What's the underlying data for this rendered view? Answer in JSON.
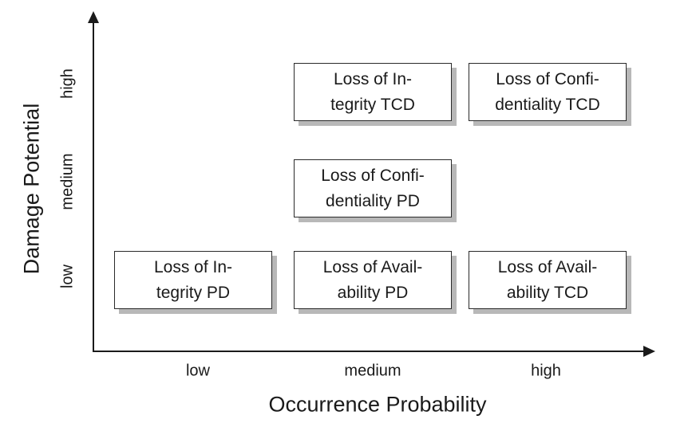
{
  "colors": {
    "ink": "#1a1a1a",
    "box_border": "#2a2a2a",
    "box_bg": "#ffffff",
    "shadow": "#b8b8b8",
    "background": "#ffffff"
  },
  "axes": {
    "x": {
      "title": "Occurrence Probability",
      "ticks": [
        "low",
        "medium",
        "high"
      ]
    },
    "y": {
      "title": "Damage Potential",
      "ticks": [
        "low",
        "medium",
        "high"
      ]
    }
  },
  "nodes": [
    {
      "id": "loss-of-integrity-tcd",
      "x": "medium",
      "y": "high",
      "line1": "Loss of In-",
      "line2": "tegrity TCD",
      "full": "Loss of Integrity TCD"
    },
    {
      "id": "loss-of-confidentiality-tcd",
      "x": "high",
      "y": "high",
      "line1": "Loss of Confi-",
      "line2": "dentiality TCD",
      "full": "Loss of Confidentiality TCD"
    },
    {
      "id": "loss-of-confidentiality-pd",
      "x": "medium",
      "y": "medium",
      "line1": "Loss of Confi-",
      "line2": "dentiality PD",
      "full": "Loss of Confidentiality PD"
    },
    {
      "id": "loss-of-integrity-pd",
      "x": "low",
      "y": "low",
      "line1": "Loss of In-",
      "line2": "tegrity PD",
      "full": "Loss of Integrity PD"
    },
    {
      "id": "loss-of-availability-pd",
      "x": "medium",
      "y": "low",
      "line1": "Loss of Avail-",
      "line2": "ability PD",
      "full": "Loss of Availability PD"
    },
    {
      "id": "loss-of-availability-tcd",
      "x": "high",
      "y": "low",
      "line1": "Loss of Avail-",
      "line2": "ability TCD",
      "full": "Loss of Availability TCD"
    }
  ],
  "chart_data": {
    "type": "scatter",
    "title": "",
    "xlabel": "Occurrence Probability",
    "ylabel": "Damage Potential",
    "x_ticks": [
      "low",
      "medium",
      "high"
    ],
    "y_ticks": [
      "low",
      "medium",
      "high"
    ],
    "grid": false,
    "legend": "none",
    "points": [
      {
        "x": "medium",
        "y": "high",
        "label": "Loss of Integrity TCD"
      },
      {
        "x": "high",
        "y": "high",
        "label": "Loss of Confidentiality TCD"
      },
      {
        "x": "medium",
        "y": "medium",
        "label": "Loss of Confidentiality PD"
      },
      {
        "x": "low",
        "y": "low",
        "label": "Loss of Integrity PD"
      },
      {
        "x": "medium",
        "y": "low",
        "label": "Loss of Availability PD"
      },
      {
        "x": "high",
        "y": "low",
        "label": "Loss of Availability TCD"
      }
    ]
  }
}
